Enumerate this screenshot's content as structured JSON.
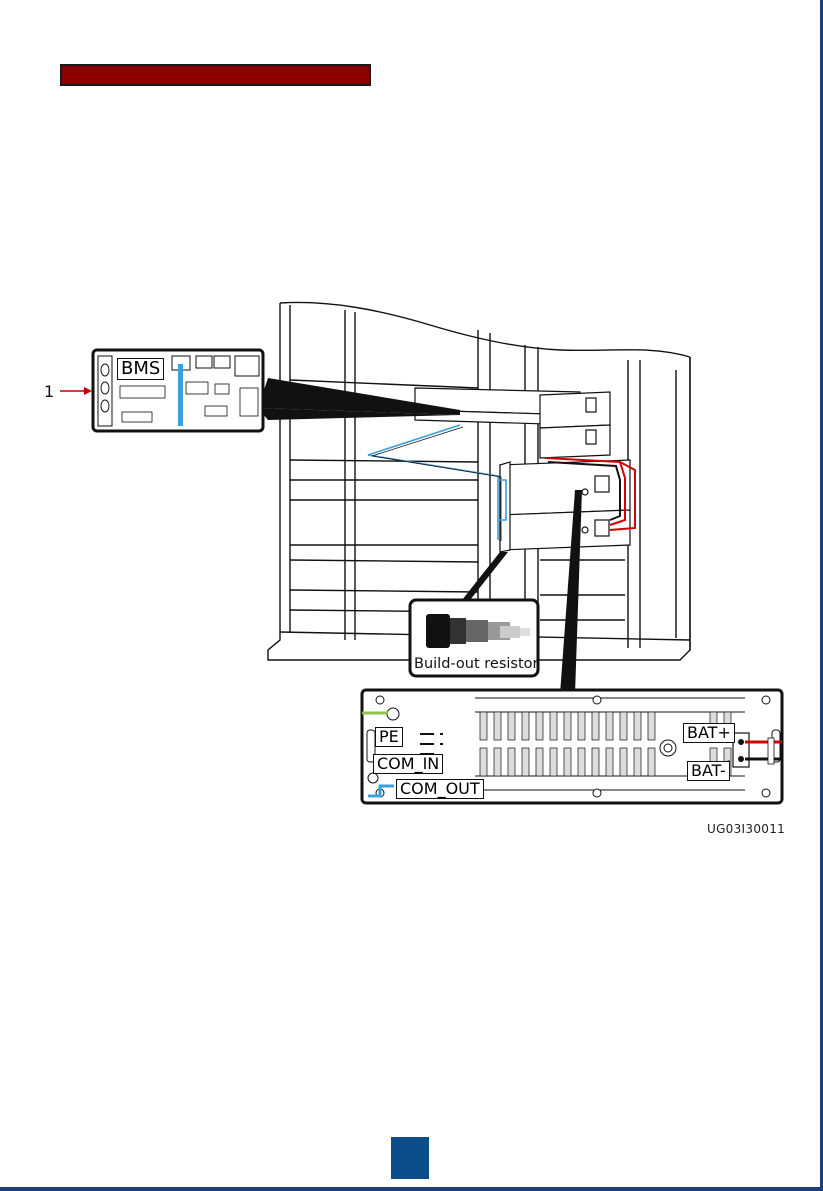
{
  "header": {
    "color": "#8b0000"
  },
  "diagram": {
    "callout_number": "1",
    "bms_label": "BMS",
    "resistor_label": "Build-out resistor",
    "ports": {
      "pe": "PE",
      "com_in": "COM_IN",
      "com_out": "COM_OUT",
      "bat_plus": "BAT+",
      "bat_minus": "BAT-"
    },
    "figure_id": "UG03I30011"
  },
  "colors": {
    "comm_cable": "#3aa0e0",
    "power_positive": "#d40000",
    "power_negative": "#111111",
    "callout_arrow": "#c00000",
    "footer": "#0d4d8c"
  }
}
